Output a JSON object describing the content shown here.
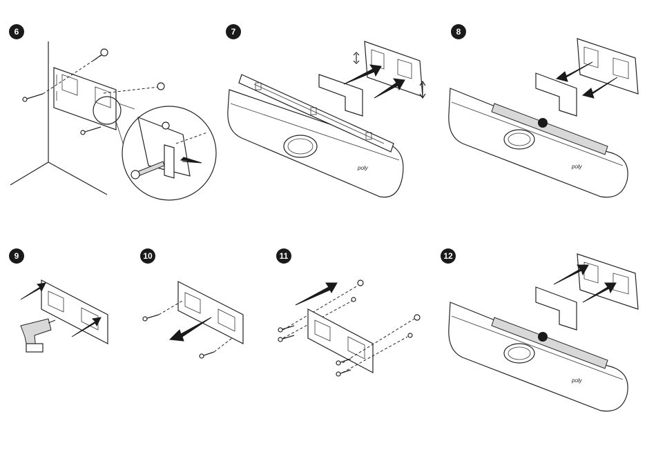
{
  "steps": [
    {
      "number": "6"
    },
    {
      "number": "7"
    },
    {
      "number": "8"
    },
    {
      "number": "9"
    },
    {
      "number": "10"
    },
    {
      "number": "11"
    },
    {
      "number": "12"
    }
  ],
  "device_logo_text": "poly",
  "colors": {
    "ink": "#1a1a1a",
    "device_fill": "#ffffff",
    "badge": "#1a1a1a"
  },
  "icons": [
    "screw-icon",
    "wall-anchor-icon",
    "drill-icon",
    "arrow-icon",
    "bracket-icon",
    "camera-lens-icon"
  ]
}
